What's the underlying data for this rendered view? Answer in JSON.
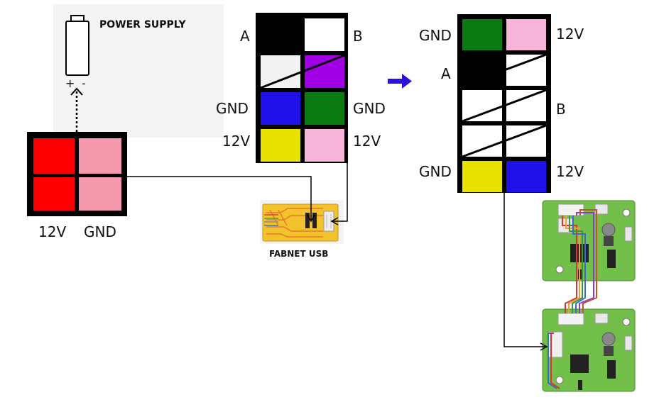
{
  "power_supply": {
    "title": "POWER SUPPLY",
    "plus": "+",
    "minus": "-"
  },
  "red_connector": {
    "label_left": "12V",
    "label_right": "GND",
    "colors": [
      "#ff0000",
      "#f59aae",
      "#ff0000",
      "#f59aae"
    ]
  },
  "connector_a": {
    "left_labels": [
      "A",
      "GND",
      "12V"
    ],
    "right_labels": [
      "B",
      "GND",
      "12V"
    ],
    "cells": [
      [
        "#000000",
        "#ffffff"
      ],
      [
        "#f2f2f2",
        "#a100e6"
      ],
      [
        "#1f10e8",
        "#0a7a12"
      ],
      [
        "#e9e100",
        "#f7b6d9"
      ]
    ]
  },
  "connector_b": {
    "left_labels": [
      "GND",
      "A",
      "GND"
    ],
    "right_labels": [
      "12V",
      "B",
      "12V"
    ],
    "cells": [
      [
        "#0a7a12",
        "#f7b6d9"
      ],
      [
        "#000000",
        "#ffffff"
      ],
      [
        "#ffffff",
        "#ffffff"
      ],
      [
        "#ffffff",
        "#ffffff"
      ],
      [
        "#e9e100",
        "#1f10e8"
      ]
    ]
  },
  "fabnet": {
    "label": "FABNET USB"
  },
  "colors": {
    "arrow_blue": "#2a10d8",
    "board_green": "#72c04a",
    "frame": "#000000"
  },
  "icons": {
    "battery": "battery-icon",
    "arrow": "right-arrow-icon"
  }
}
